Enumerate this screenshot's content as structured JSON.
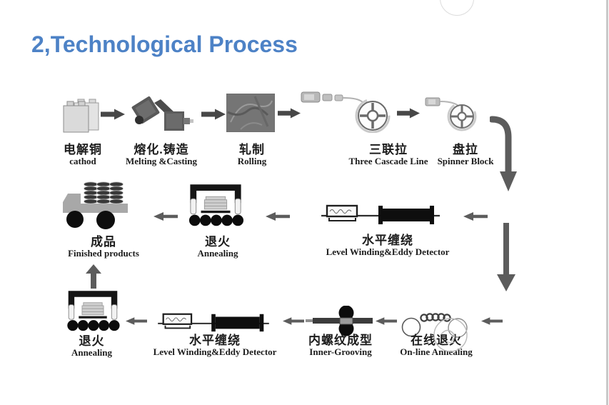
{
  "slide": {
    "title": "2,Technological Process"
  },
  "colors": {
    "title_blue": "#4d82c6",
    "arrow_gray": "#5c5c5c",
    "arrow_dark": "#474747",
    "ink": "#1c1c1c",
    "border_gray": "#c9c9c9"
  },
  "diagram": {
    "stages": [
      {
        "zh": "电解铜",
        "en": "cathod"
      },
      {
        "zh": "熔化.铸造",
        "en": "Melting &Casting"
      },
      {
        "zh": "轧制",
        "en": "Rolling"
      },
      {
        "zh": "三联拉",
        "en": "Three Cascade Line"
      },
      {
        "zh": "盘拉",
        "en": "Spinner Block"
      },
      {
        "zh": "水平缠绕",
        "en": "Level Winding&Eddy Detector"
      },
      {
        "zh": "退火",
        "en": "Annealing"
      },
      {
        "zh": "成品",
        "en": "Finished products"
      },
      {
        "zh": "退火",
        "en": "Annealing"
      },
      {
        "zh": "水平缠绕",
        "en": "Level Winding&Eddy Detector"
      },
      {
        "zh": "内螺纹成型",
        "en": "Inner-Grooving"
      },
      {
        "zh": "在线退火",
        "en": "On-line Annealing"
      }
    ]
  }
}
